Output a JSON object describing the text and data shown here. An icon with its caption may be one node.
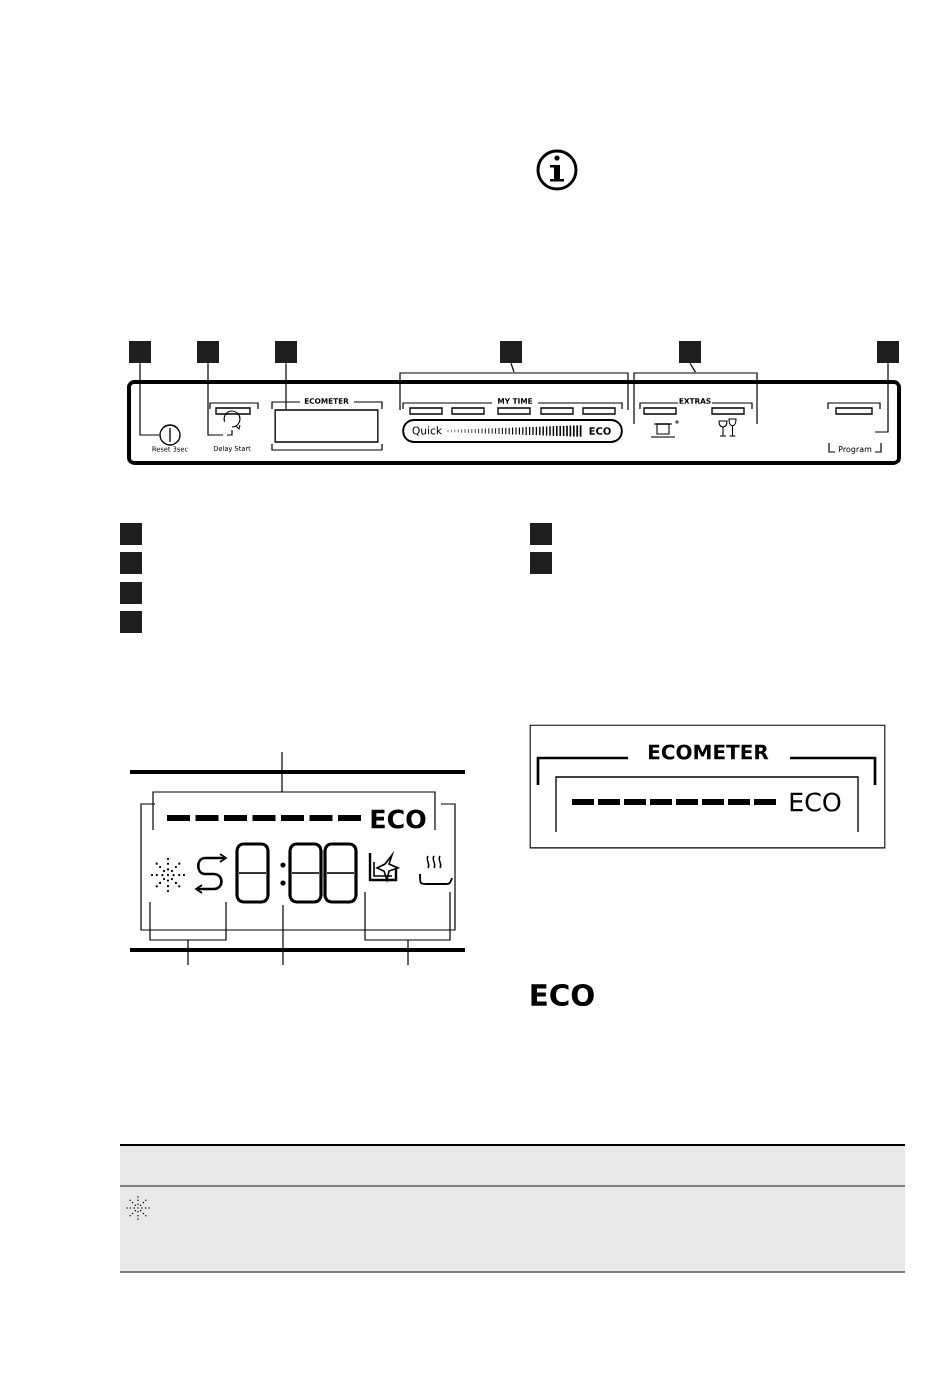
{
  "diagram": {
    "nodes": [
      {
        "text": [],
        "shape": "box"
      },
      {
        "text": [],
        "shape": "box"
      },
      {
        "text": [],
        "shape": "box"
      },
      {
        "text": [],
        "shape": "box"
      },
      {
        "text": [],
        "shape": "box"
      },
      {
        "text": [],
        "shape": "box"
      },
      {
        "text": [],
        "shape": "circle",
        "beside": [
          "Reset 3sec"
        ]
      },
      {
        "text": [],
        "shape": "clock",
        "beside": [
          "Delay Start"
        ]
      },
      {
        "text": [
          "ECOMETER"
        ]
      },
      {
        "text": [
          "Quick",
          "ECO"
        ]
      },
      {
        "text": [
          "ECOMETER",
          "ECO"
        ]
      },
      {
        "text": [],
        "shape": "box"
      },
      {
        "text": [],
        "shape": "box"
      },
      {
        "text": [],
        "shape": "box"
      },
      {
        "text": [],
        "shape": "box"
      },
      {
        "text": [],
        "shape": "box"
      },
      {
        "text": [],
        "shape": "box"
      },
      {
        "text": [],
        "shape": "bracket"
      },
      {
        "text": [],
        "shape": "bracket"
      }
    ],
    "edges": [
      {
        "from": 0,
        "to": 6,
        "arrow": "none"
      },
      {
        "from": 1,
        "to": 7,
        "arrow": "none"
      },
      {
        "from": 2,
        "to": 8,
        "arrow": "none"
      },
      {
        "from": 3,
        "to": 17,
        "arrow": "none"
      },
      {
        "from": 4,
        "to": 18,
        "arrow": "none"
      },
      {
        "from": 5,
        "to": null,
        "arrow": "none"
      }
    ],
    "labels": [
      "MY TIME",
      "EXTRAS",
      "Program",
      "ECO",
      "ECO"
    ]
  }
}
